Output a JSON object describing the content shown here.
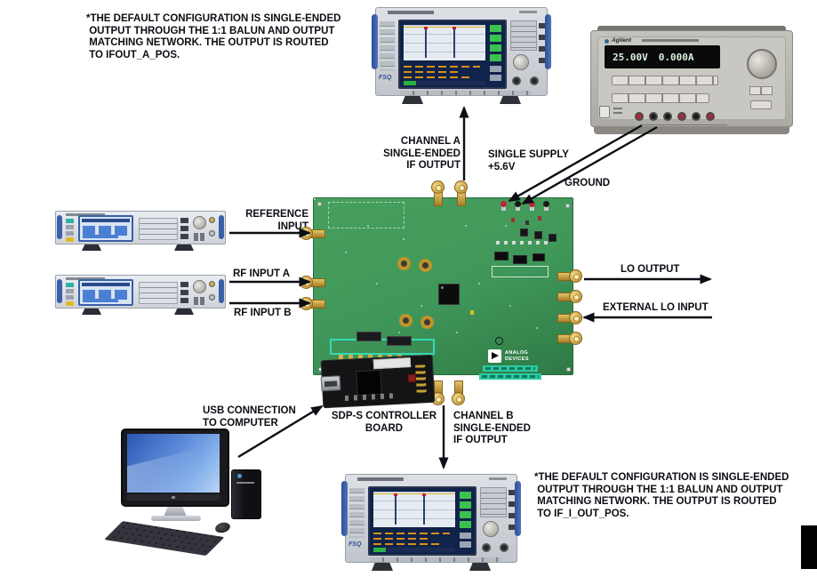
{
  "colors": {
    "label_text": "#0d0d15",
    "board_green": "#3f9659",
    "rs_blue": "#3a5fa8",
    "sma_gold": "#c8a030",
    "softkey_green": "#3bc24f",
    "readout_amber": "#d89018",
    "supply_red": "#b02838"
  },
  "notes": {
    "top": "*THE DEFAULT CONFIGURATION IS SINGLE-ENDED\n OUTPUT THROUGH THE 1:1 BALUN AND OUTPUT\n MATCHING NETWORK. THE OUTPUT IS ROUTED\n TO IFOUT_A_POS.",
    "bottom": "*THE DEFAULT CONFIGURATION IS SINGLE-ENDED\n OUTPUT THROUGH THE 1:1 BALUN AND OUTPUT\n MATCHING NETWORK. THE OUTPUT IS ROUTED\n TO IF_I_OUT_POS."
  },
  "labels": {
    "channel_a_if_output": "CHANNEL A\nSINGLE-ENDED\nIF OUTPUT",
    "single_supply": "SINGLE SUPPLY\n+5.6V",
    "ground": "GROUND",
    "reference_input": "REFERENCE\nINPUT",
    "rf_input_a": "RF INPUT A",
    "rf_input_b": "RF INPUT B",
    "lo_output": "LO OUTPUT",
    "external_lo_input": "EXTERNAL LO INPUT",
    "usb_connection": "USB CONNECTION\nTO COMPUTER",
    "sdp_controller_board": "SDP-S CONTROLLER\nBOARD",
    "channel_b_if_output": "CHANNEL B\nSINGLE-ENDED\nIF OUTPUT"
  },
  "instruments": {
    "power_supply": {
      "brand": "Agilent",
      "display_volts": "25.00V",
      "display_amps": "0.000A"
    },
    "spectrum_analyzer": {
      "model": "FSQ"
    },
    "eval_board": {
      "adi_logo_text": "ANALOG\nDEVICES"
    }
  }
}
